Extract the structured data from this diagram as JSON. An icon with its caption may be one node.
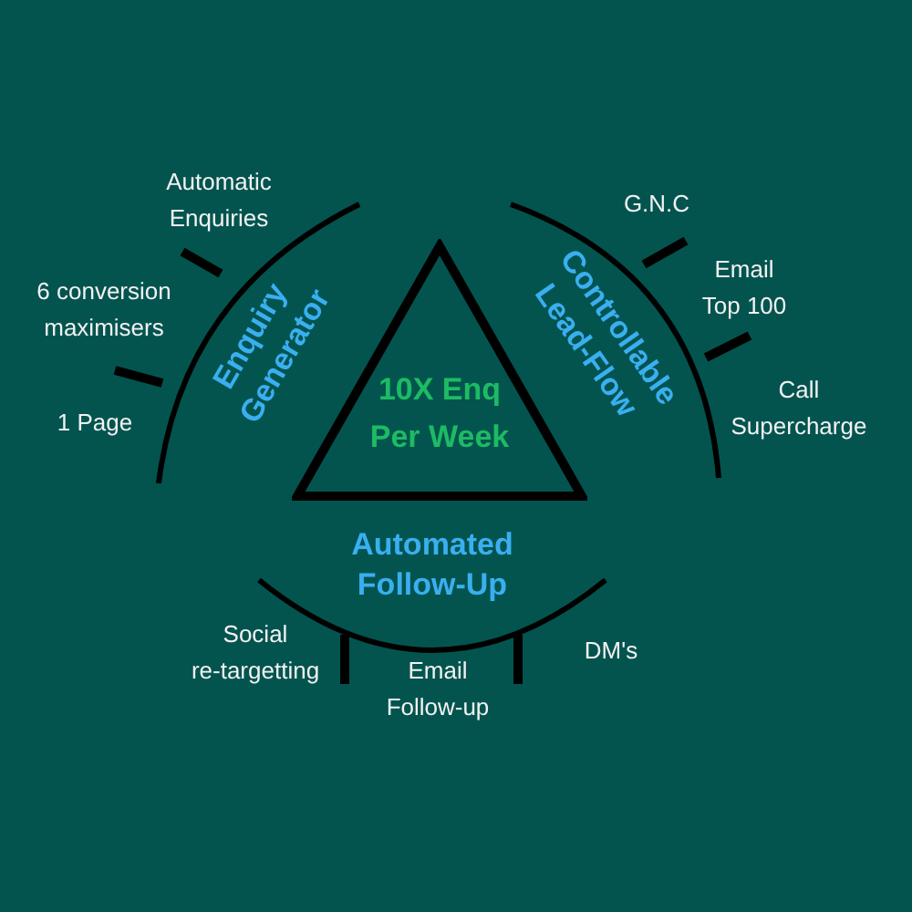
{
  "diagram": {
    "nodes": [
      {
        "text": [
          "10X Enq Per Week"
        ]
      }
    ],
    "labels": [
      "Automatic Enquiries",
      "6 conversion maximisers",
      "1 Page",
      "Enquiry Generator",
      "G.N.C",
      "Email Top 100",
      "Call Supercharge",
      "Controllable Lead-Flow",
      "Automated Follow-Up",
      "Social re-targetting",
      "Email Follow-up",
      "DM's"
    ]
  }
}
